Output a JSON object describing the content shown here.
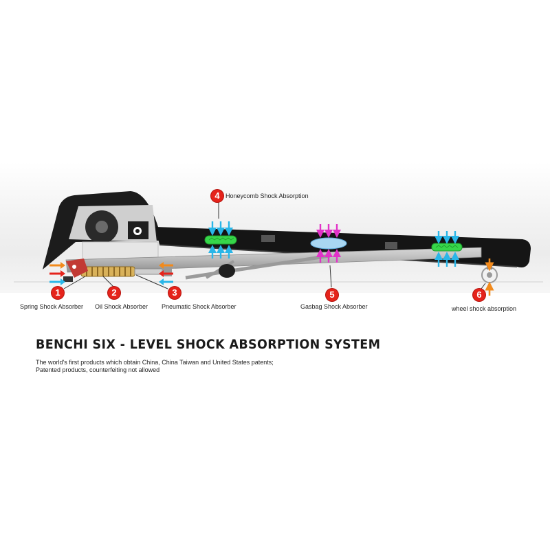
{
  "callouts": [
    {
      "number": "1",
      "label": "Spring Shock Absorber"
    },
    {
      "number": "2",
      "label": "Oil Shock Absorber"
    },
    {
      "number": "3",
      "label": "Pneumatic Shock Absorber"
    },
    {
      "number": "4",
      "label": "Honeycomb Shock Absorption"
    },
    {
      "number": "5",
      "label": "Gasbag Shock Absorber"
    },
    {
      "number": "6",
      "label": "wheel shock absorption"
    }
  ],
  "headline": "BENCHI SIX - LEVEL SHOCK ABSORPTION SYSTEM",
  "subtext": [
    "The world's first products which obtain China, China Taiwan and United States patents;",
    "Patented products, counterfeiting not allowed"
  ],
  "colors": {
    "badge": "#e5231b",
    "honeycomb": "#37d64a",
    "arrow_blue": "#29b6e8",
    "arrow_magenta": "#e233c8",
    "arrow_orange": "#f28a1c",
    "arrow_red": "#e5231b",
    "gasbag": "#a9d7f2"
  }
}
